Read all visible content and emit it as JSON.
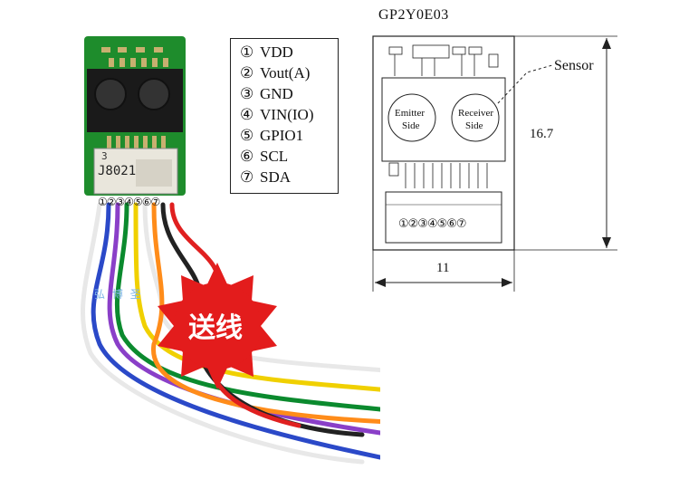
{
  "diagram": {
    "title": "GP2Y0E03",
    "pins": [
      {
        "num": "①",
        "label": "VDD"
      },
      {
        "num": "②",
        "label": "Vout(A)"
      },
      {
        "num": "③",
        "label": "GND"
      },
      {
        "num": "④",
        "label": "VIN(IO)"
      },
      {
        "num": "⑤",
        "label": "GPIO1"
      },
      {
        "num": "⑥",
        "label": "SCL"
      },
      {
        "num": "⑦",
        "label": "SDA"
      }
    ],
    "pin_strip": "①②③④⑤⑥⑦",
    "emitter": [
      "Emitter",
      "Side"
    ],
    "receiver": [
      "Receiver",
      "Side"
    ],
    "sensor_label": "Sensor",
    "dim_height": "16.7",
    "dim_width": "11"
  },
  "photo": {
    "badge_text": "送线",
    "chip_code": "J8021",
    "chip_num": "3",
    "watermark": "弘 博 圣"
  },
  "colors": {
    "pcb": "#1e8c2c",
    "badge": "#e31c1c",
    "wires": [
      "#ffffff",
      "#e02020",
      "#ff8c1a",
      "#f0d000",
      "#0b8a2e",
      "#2b49c8",
      "#8a3fc8",
      "#222222"
    ]
  }
}
